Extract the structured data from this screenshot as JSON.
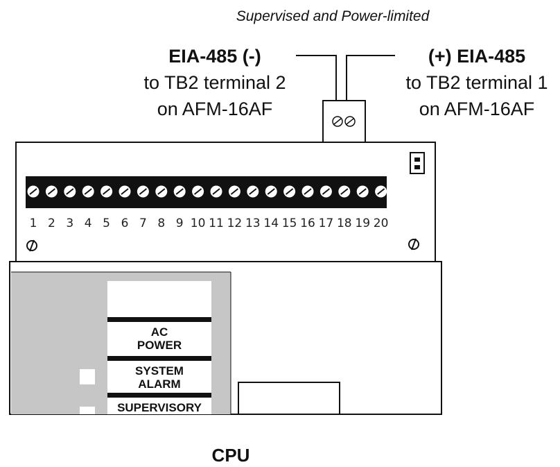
{
  "note": "Supervised and Power-limited",
  "left_label": {
    "line1": "EIA-485  (-)",
    "line2": "to TB2 terminal 2",
    "line3": "on AFM-16AF"
  },
  "right_label": {
    "line1": "(+)  EIA-485",
    "line2": "to TB2 terminal 1",
    "line3": "on AFM-16AF"
  },
  "terminal_numbers": [
    "1",
    "2",
    "3",
    "4",
    "5",
    "6",
    "7",
    "8",
    "9",
    "10",
    "11",
    "12",
    "13",
    "14",
    "15",
    "16",
    "17",
    "18",
    "19",
    "20"
  ],
  "leds": {
    "ac_power_1": "AC",
    "ac_power_2": "POWER",
    "system_alarm_1": "SYSTEM",
    "system_alarm_2": "ALARM",
    "supervisory": "SUPERVISORY"
  },
  "cpu_label": "CPU"
}
